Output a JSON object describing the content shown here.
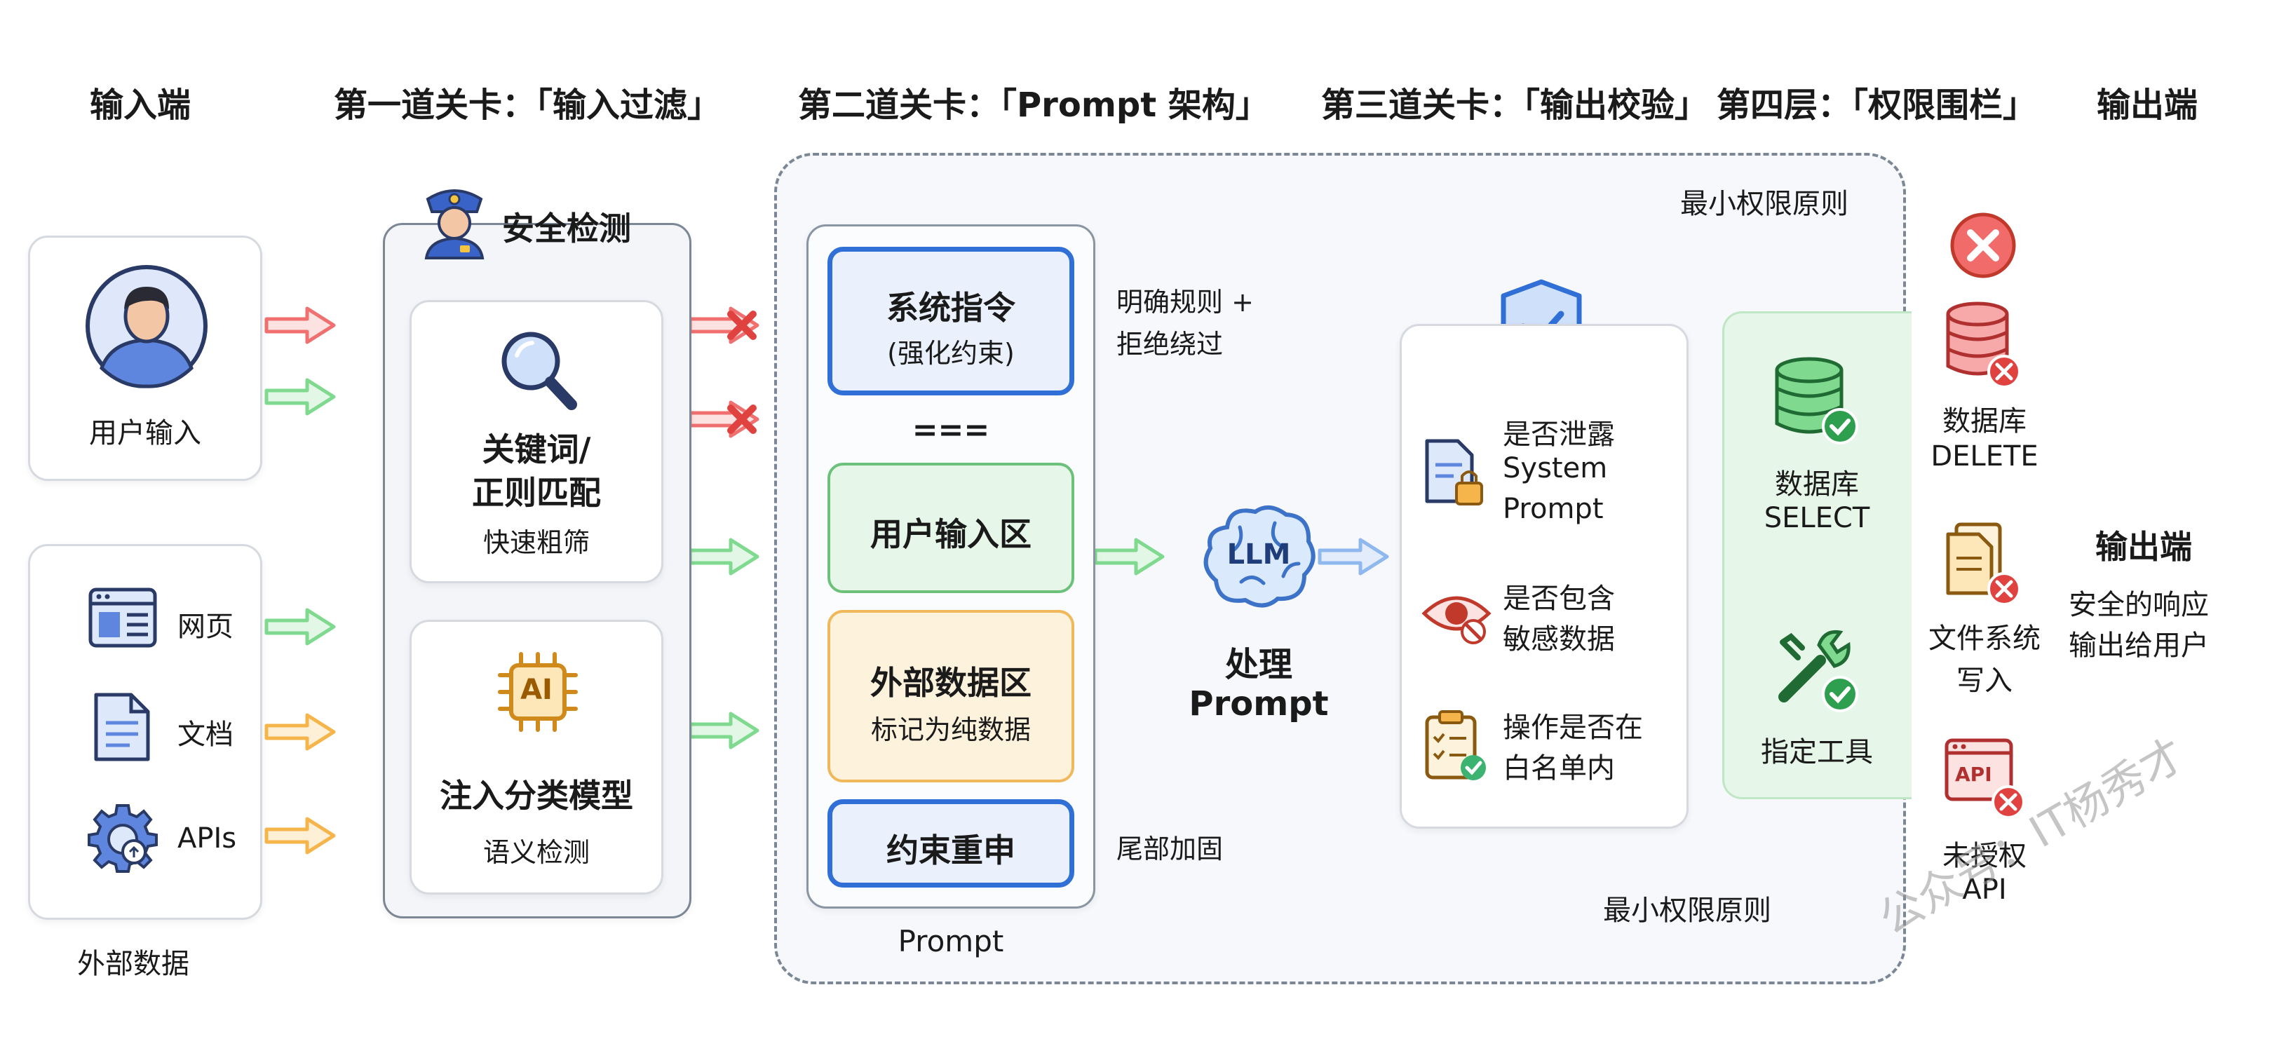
{
  "headers": {
    "input_end": "输入端",
    "stage1": "第一道关卡：「输入过滤」",
    "stage2": "第二道关卡：「Prompt 架构」",
    "stage3": "第三道关卡：「输出校验」",
    "stage4": "第四层：「权限围栏」",
    "output_end": "输出端"
  },
  "inputs": {
    "user_input_label": "用户输入",
    "web": "网页",
    "doc": "文档",
    "apis": "APIs",
    "external_data_label": "外部数据"
  },
  "stage1": {
    "title": "安全检测",
    "keyword_line1": "关键词/",
    "keyword_line2": "正则匹配",
    "keyword_sub": "快速粗筛",
    "model_badge": "AI",
    "model_title": "注入分类模型",
    "model_sub": "语义检测"
  },
  "stage2": {
    "sys_line1": "系统指令",
    "sys_line2": "(强化约束)",
    "sys_note_line1": "明确规则 +",
    "sys_note_line2": "拒绝绕过",
    "separator": "===",
    "user_zone": "用户输入区",
    "ext_line1": "外部数据区",
    "ext_line2": "标记为纯数据",
    "restate": "约束重申",
    "restate_note": "尾部加固",
    "prompt_label": "Prompt"
  },
  "llm": {
    "icon_text": "LLM",
    "label_line1": "处理",
    "label_line2": "Prompt"
  },
  "stage3": {
    "check1_line1": "是否泄露",
    "check1_line2": "System",
    "check1_line3": "Prompt",
    "check2_line1": "是否包含",
    "check2_line2": "敏感数据",
    "check3_line1": "操作是否在",
    "check3_line2": "白名单内"
  },
  "stage4": {
    "least_privilege_top": "最小权限原则",
    "least_privilege_bottom": "最小权限原则",
    "allowed_db_line1": "数据库",
    "allowed_db_line2": "SELECT",
    "allowed_tool": "指定工具",
    "denied_db_line1": "数据库",
    "denied_db_line2": "DELETE",
    "denied_fs_line1": "文件系统",
    "denied_fs_line2": "写入",
    "denied_api_badge": "API",
    "denied_api_line1": "未授权",
    "denied_api_line2": "API"
  },
  "output": {
    "title": "输出端",
    "line1": "安全的响应",
    "line2": "输出给用户"
  },
  "watermark": "公众号：IT杨秀才",
  "colors": {
    "red_arrow": "#f07070",
    "green_arrow": "#7fd98f",
    "orange_arrow": "#f5b54a",
    "blue_arrow": "#8fb8ee",
    "blue_box": "#2f6fd6",
    "green_box": "#6cc17a",
    "orange_box": "#f0b85a"
  }
}
